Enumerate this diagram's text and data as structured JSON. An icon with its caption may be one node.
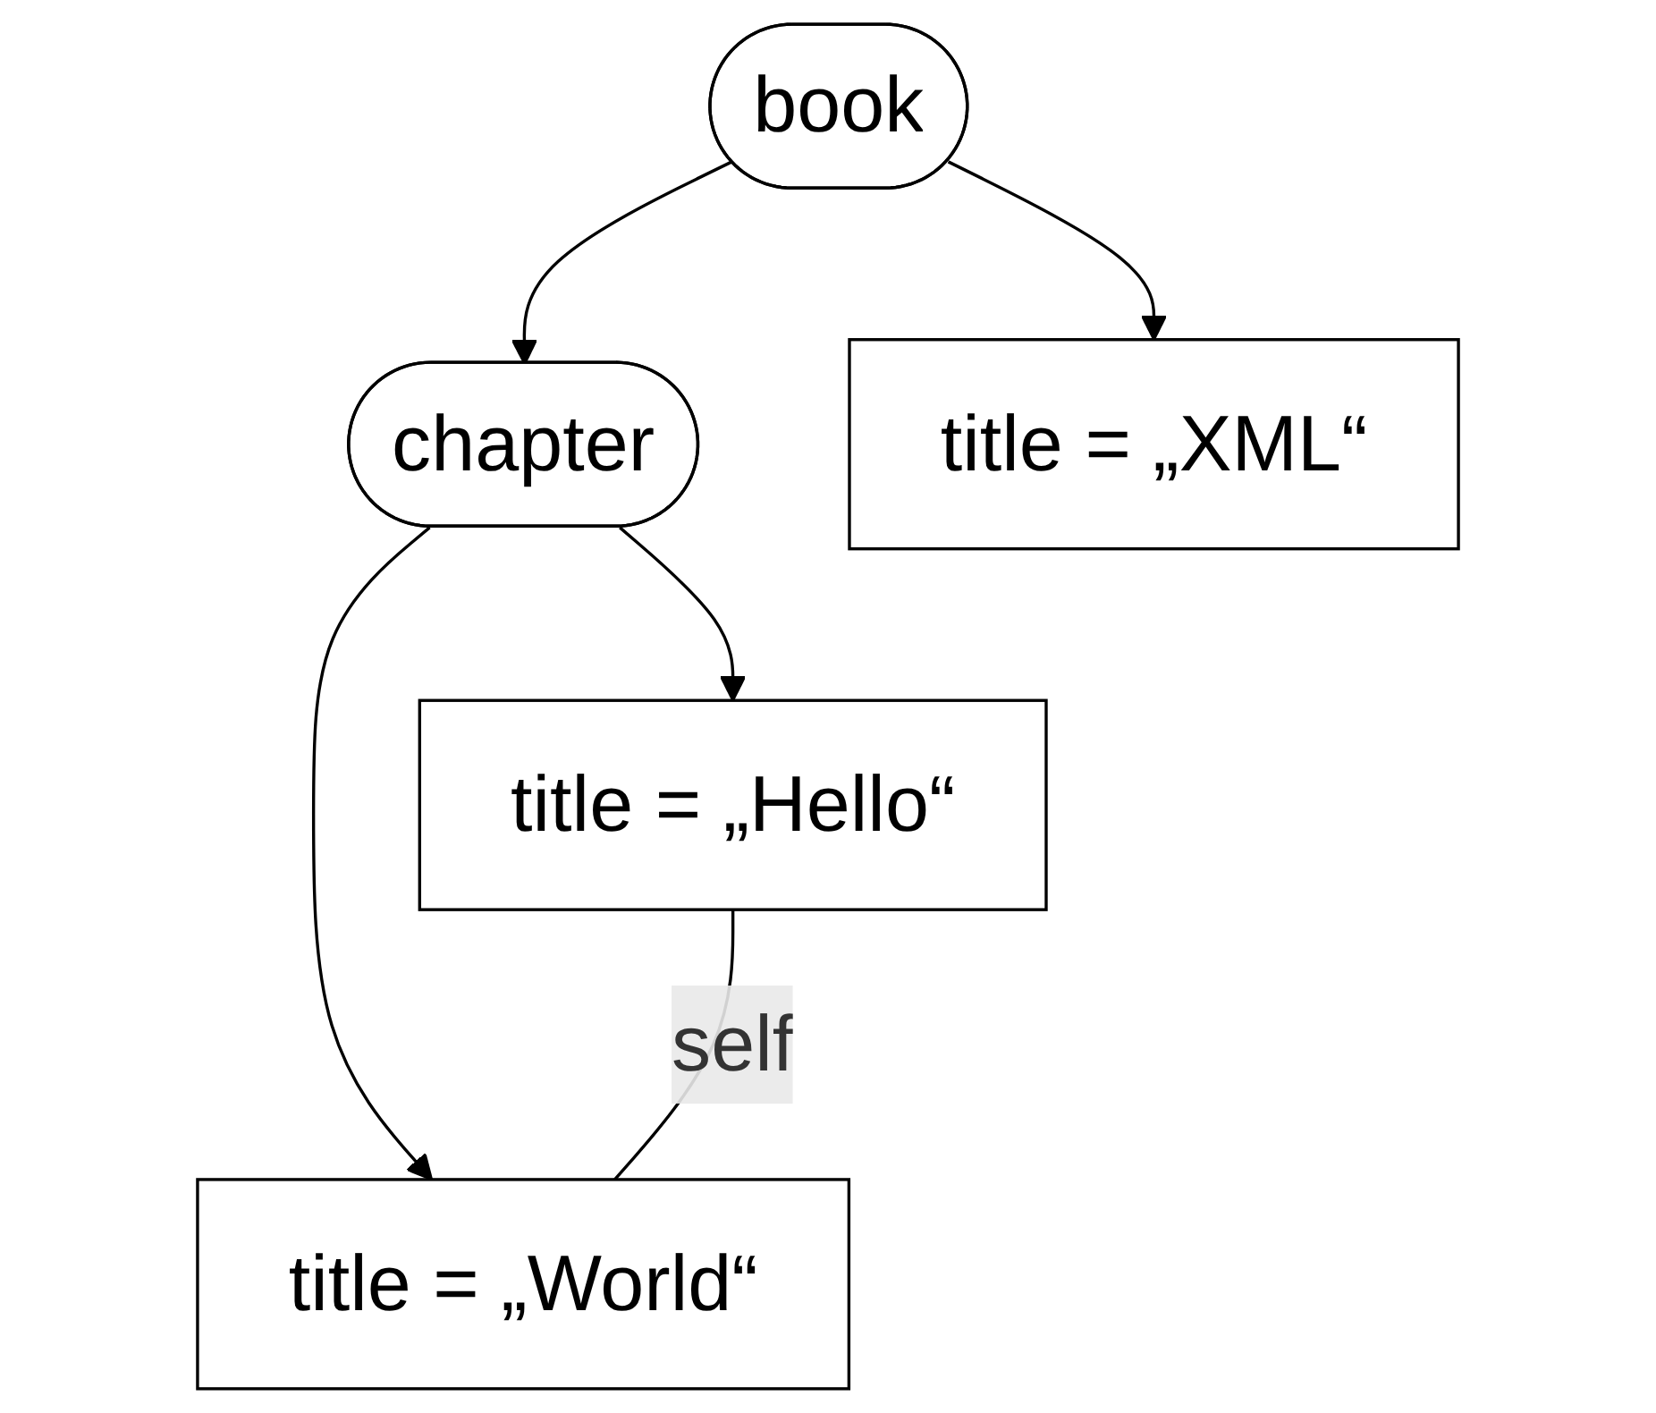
{
  "diagram": {
    "nodes": [
      {
        "text": [
          "book"
        ]
      },
      {
        "text": [
          "chapter"
        ]
      },
      {
        "text": [
          "title = „XML“"
        ]
      },
      {
        "text": [
          "title = „Hello“"
        ]
      },
      {
        "text": [
          "title = „World“"
        ]
      }
    ],
    "edges": [
      {
        "from": 0,
        "to": 2,
        "arrow": "to"
      },
      {
        "from": 0,
        "to": 1,
        "arrow": "to"
      },
      {
        "from": 1,
        "to": 3,
        "arrow": "to"
      },
      {
        "from": 1,
        "to": 4,
        "arrow": "to"
      },
      {
        "from": 3,
        "to": 4,
        "arrow": "none",
        "label": "self"
      }
    ]
  }
}
